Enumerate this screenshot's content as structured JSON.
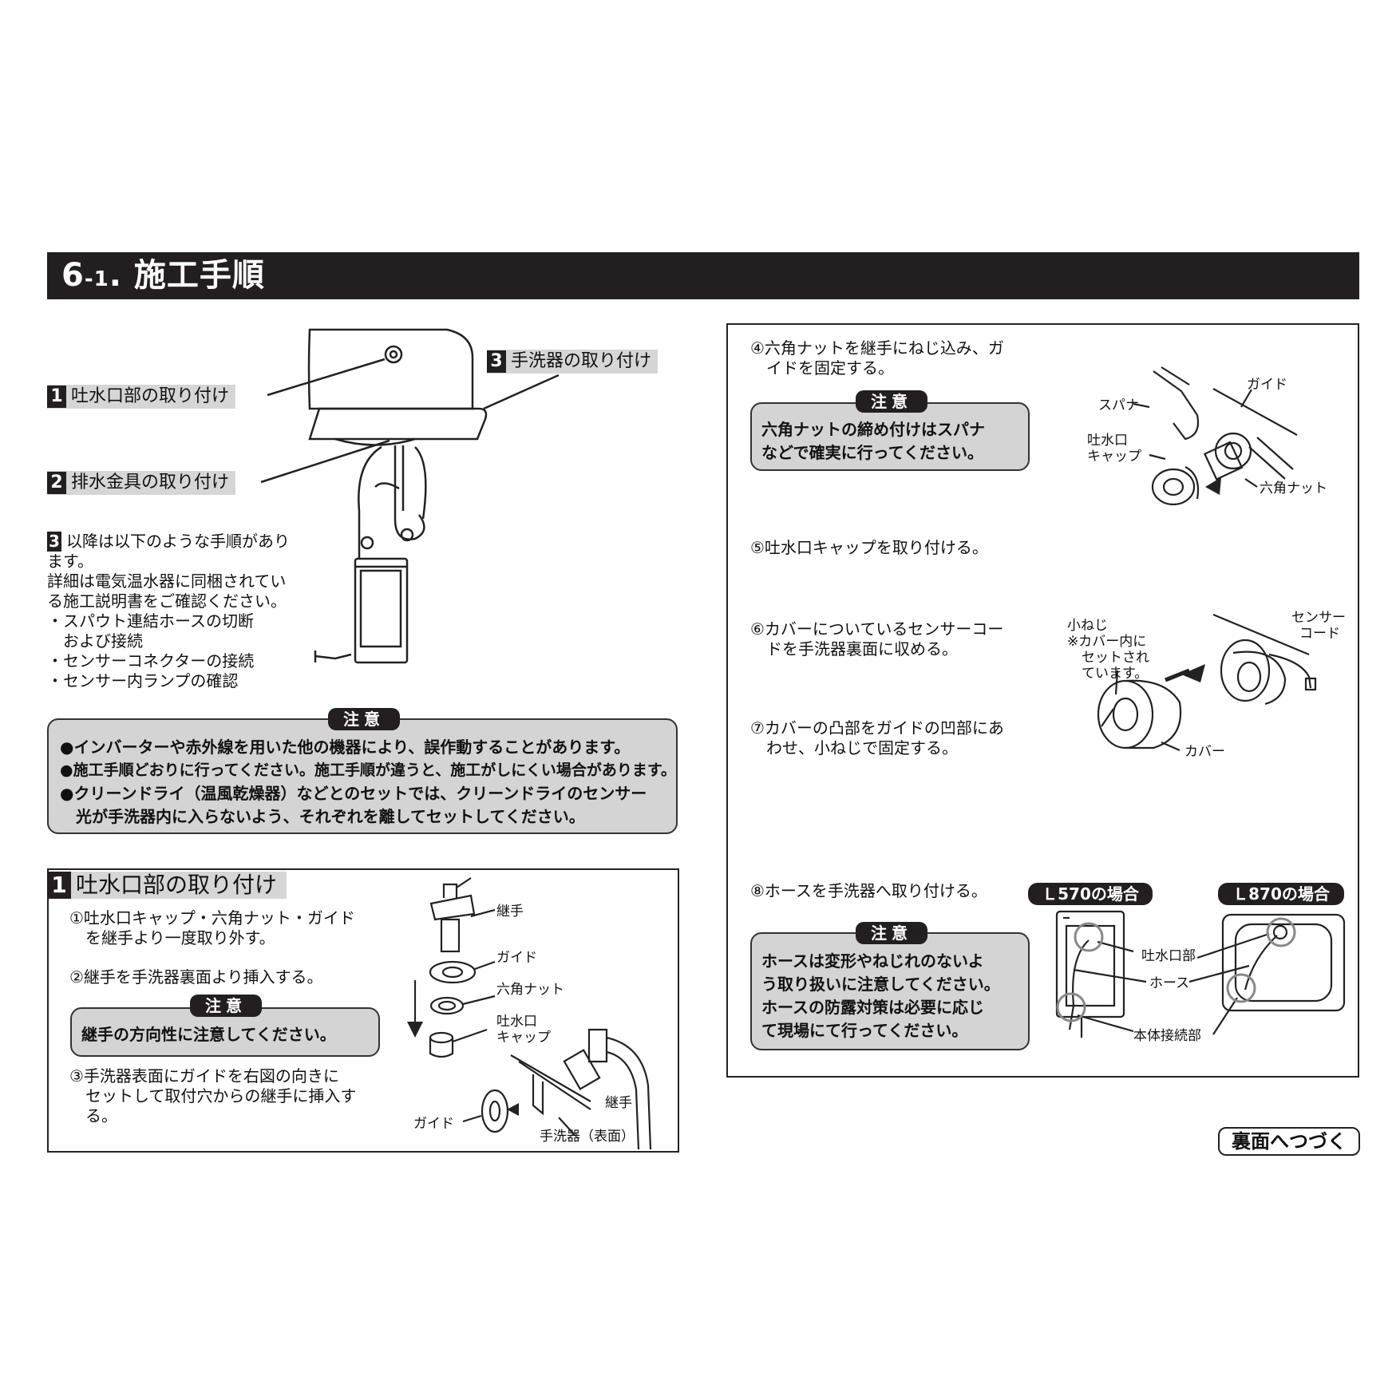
{
  "title": {
    "main": "6",
    "sub": "-1",
    "rest": ". 施工手順"
  },
  "overview": {
    "label1": {
      "num": "1",
      "text": "吐水口部の取り付け"
    },
    "label2": {
      "num": "2",
      "text": "排水金具の取り付け"
    },
    "label3": {
      "num": "3",
      "text": "手洗器の取り付け"
    },
    "note_num": "3",
    "note_lines": [
      "以降は以下のような手順があり",
      "ます。",
      "詳細は電気温水器に同梱されてい",
      "る施工説明書をご確認ください。"
    ],
    "bullets": [
      "・スパウト連結ホースの切断",
      "　および接続",
      "・センサーコネクターの接続",
      "・センサー内ランプの確認"
    ]
  },
  "caution_main": {
    "tag": "注意",
    "lines": [
      "●インバーターや赤外線を用いた他の機器により、誤作動することがあります。",
      "●施工手順どおりに行ってください。施工手順が違うと、施工がしにくい場合があります。",
      "●クリーンドライ（温風乾燥器）などとのセットでは、クリーンドライのセンサー",
      "　光が手洗器内に入らないよう、それぞれを離してセットしてください。"
    ]
  },
  "section1": {
    "num": "1",
    "heading": "吐水口部の取り付け",
    "step1": [
      "①吐水口キャップ・六角ナット・ガイド",
      "　を継手より一度取り外す。"
    ],
    "step2": "②継手を手洗器裏面より挿入する。",
    "caution_tag": "注意",
    "caution": "継手の方向性に注意してください。",
    "step3": [
      "③手洗器表面にガイドを右図の向きに",
      "　セットして取付穴からの継手に挿入す",
      "　る。"
    ],
    "labels": {
      "joint": "継手",
      "guide": "ガイド",
      "hexnut": "六角ナット",
      "spoutcap1": "吐水口",
      "spoutcap2": "キャップ",
      "joint2": "継手",
      "guide2": "ガイド",
      "basin_front": "手洗器（表面）"
    }
  },
  "right": {
    "step4": [
      "④六角ナットを継手にねじ込み、ガ",
      "　イドを固定する。"
    ],
    "caution4_tag": "注意",
    "caution4": [
      "六角ナットの締め付けはスパナ",
      "などで確実に行ってください。"
    ],
    "labels4": {
      "spanner": "スパナ",
      "guide": "ガイド",
      "cap1": "吐水口",
      "cap2": "キャップ",
      "hexnut": "六角ナット"
    },
    "step5": "⑤吐水口キャップを取り付ける。",
    "step6": [
      "⑥カバーについているセンサーコー",
      "　ドを手洗器裏面に収める。"
    ],
    "labels6": {
      "screw": "小ねじ",
      "note1": "※カバー内に",
      "note2": "セットされ",
      "note3": "ています。",
      "sensor1": "センサー",
      "sensor2": "コード",
      "cover": "カバー"
    },
    "step7": [
      "⑦カバーの凸部をガイドの凹部にあ",
      "　わせ、小ねじで固定する。"
    ],
    "step8": "⑧ホースを手洗器へ取り付ける。",
    "caution8_tag": "注意",
    "caution8": [
      "ホースは変形やねじれのないよ",
      "う取り扱いに注意してください。",
      "ホースの防露対策は必要に応じ",
      "て現場にて行ってください。"
    ],
    "l570": "Ｌ570の場合",
    "l870": "Ｌ870の場合",
    "labels8": {
      "spout": "吐水口部",
      "hose": "ホース",
      "body": "本体接続部"
    }
  },
  "continue": "裏面へつづく"
}
